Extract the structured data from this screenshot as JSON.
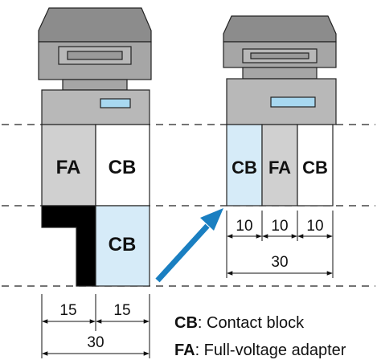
{
  "left_stack": {
    "top_row_left": "FA",
    "top_row_right": "CB",
    "bottom_row_right": "CB",
    "dims": {
      "left": "15",
      "right": "15",
      "total": "30"
    }
  },
  "right_stack": {
    "row": [
      "CB",
      "FA",
      "CB"
    ],
    "dims": {
      "a": "10",
      "b": "10",
      "c": "10",
      "total": "30"
    }
  },
  "legend": {
    "cb_abbr": "CB",
    "cb_desc": ": Contact block",
    "fa_abbr": "FA",
    "fa_desc": ": Full-voltage adapter"
  },
  "colors": {
    "device_dark": "#8c8c8c",
    "device_mid": "#a6a6a6",
    "device_light": "#b8b8b8",
    "fa_fill": "#d0d0d0",
    "cb_highlight": "#d6ebf8",
    "window": "#a8d8f0",
    "arrow": "#1a7fc1",
    "black_part": "#000000"
  }
}
